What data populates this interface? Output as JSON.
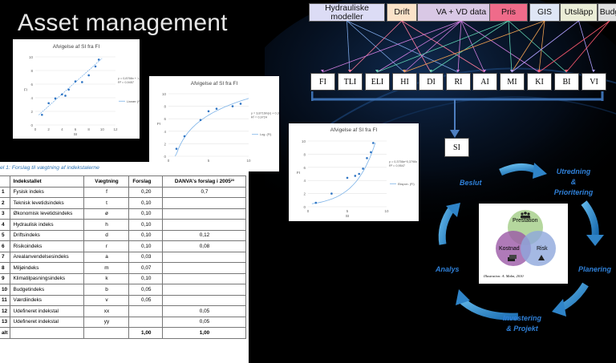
{
  "page": {
    "title": "Asset management"
  },
  "sources": [
    {
      "label": "Hydrauliske modeller",
      "color": "#dcdcf5"
    },
    {
      "label": "Drift",
      "color": "#fbe2c8"
    },
    {
      "label": "VA + VD data",
      "color": "#d9c8e5"
    },
    {
      "label": "Pris",
      "color": "#ef6b8a"
    },
    {
      "label": "GIS",
      "color": "#dfe6f5"
    },
    {
      "label": "Utsläpp",
      "color": "#ebedd6"
    },
    {
      "label": "Budg",
      "color": "#e0e0e0"
    }
  ],
  "indices": [
    "FI",
    "TLI",
    "ELI",
    "HI",
    "DI",
    "RI",
    "AI",
    "MI",
    "KI",
    "BI",
    "VI"
  ],
  "si_box": "SI",
  "charts": [
    {
      "title": "Afvigelse af SI fra FI",
      "xlabel": "SI",
      "ylabel": "FI",
      "equation": "y = 0,8766x + 1,0313",
      "r2": "R² = 0,9457",
      "legend": "Lineær (FI)",
      "chart_data": {
        "type": "scatter",
        "fit": "linear",
        "xlim": [
          0,
          12
        ],
        "ylim": [
          0,
          10
        ],
        "x": [
          1,
          2,
          3,
          4,
          4.5,
          5,
          6,
          7,
          8,
          9,
          9.5
        ],
        "y": [
          1.5,
          3.2,
          3.9,
          4.5,
          4.3,
          5.2,
          6.4,
          6.3,
          7.3,
          8.6,
          9.6
        ]
      }
    },
    {
      "title": "Afvigelse af SI fra FI",
      "xlabel": "SI",
      "ylabel": "FI",
      "equation": "y = 3,8716ln(x) + 0,3368",
      "r2": "R² = 0,9724",
      "legend": "Log. (FI)",
      "chart_data": {
        "type": "scatter",
        "fit": "log",
        "xlim": [
          0,
          10
        ],
        "ylim": [
          0,
          10
        ],
        "x": [
          1,
          2,
          4,
          5,
          6,
          8,
          9
        ],
        "y": [
          1.2,
          3.2,
          5.8,
          7.2,
          7.6,
          8.0,
          8.4
        ]
      }
    },
    {
      "title": "Afvigelse af SI fra FI",
      "xlabel": "SI",
      "ylabel": "FI",
      "equation": "y = 0,3756e^0,3798x",
      "r2": "R² = 0,9547",
      "legend": "Ekspon. (FI)",
      "chart_data": {
        "type": "scatter",
        "fit": "exponential",
        "xlim": [
          0,
          10
        ],
        "ylim": [
          0,
          10
        ],
        "x": [
          1,
          3,
          5,
          6,
          6.5,
          7,
          7.5,
          8,
          8.3
        ],
        "y": [
          0.6,
          2.0,
          4.4,
          4.7,
          5.0,
          5.8,
          7.4,
          8.3,
          9.7
        ]
      }
    }
  ],
  "table": {
    "caption": "el 1: Forslag til vægtning af indekstalerne",
    "headers": [
      "",
      "Indekstallet",
      "Vægtning",
      "Forslag",
      "DANVA's forslag i 2005²³"
    ],
    "rows": [
      [
        "1",
        "Fysisk indeks",
        "f",
        "0,20",
        "0,7"
      ],
      [
        "2",
        "Teknisk levetidsindeks",
        "t",
        "0,10",
        ""
      ],
      [
        "3",
        "Økonomisk levetidsindeks",
        "ø",
        "0,10",
        ""
      ],
      [
        "4",
        "Hydraulisk indeks",
        "h",
        "0,10",
        ""
      ],
      [
        "5",
        "Driftsindeks",
        "d",
        "0,10",
        "0,12"
      ],
      [
        "6",
        "Risikoindeks",
        "r",
        "0,10",
        "0,08"
      ],
      [
        "7",
        "Arealanvendelsesindeks",
        "a",
        "0,03",
        ""
      ],
      [
        "8",
        "Miljøindeks",
        "m",
        "0,07",
        ""
      ],
      [
        "9",
        "Klimatilpasningsindeks",
        "k",
        "0,10",
        ""
      ],
      [
        "10",
        "Budgetindeks",
        "b",
        "0,05",
        ""
      ],
      [
        "11",
        "Værdiindeks",
        "v",
        "0,05",
        ""
      ],
      [
        "12",
        "Udefineret indekstal",
        "xx",
        "",
        "0,05"
      ],
      [
        "13",
        "Udefineret indekstal",
        "yy",
        "",
        "0,05"
      ],
      [
        "alt",
        "",
        "",
        "1,00",
        "1,00"
      ]
    ]
  },
  "cycle": {
    "beslut": "Beslut",
    "utredning": "Utredning\n&\nPrioritering",
    "planering": "Planering",
    "investering": "Investering\n& Projekt",
    "analys": "Analys"
  },
  "venn": {
    "prestation": "Prestation",
    "kostnad": "Kostnad",
    "risk": "Risk",
    "credit": "Illustration: A. Malm, 2010",
    "colors": {
      "prestation": "#a8d08d",
      "kostnad": "#9b59a6",
      "risk": "#8fa8dc"
    }
  }
}
